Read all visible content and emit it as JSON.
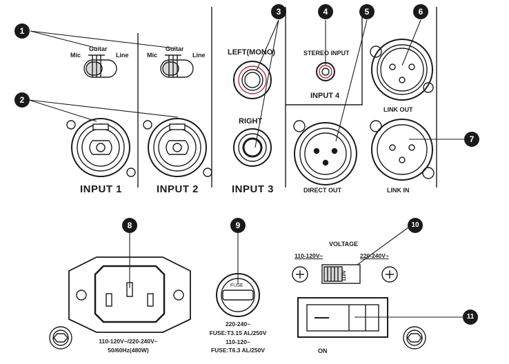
{
  "callouts": [
    "1",
    "2",
    "3",
    "4",
    "5",
    "6",
    "7",
    "8",
    "9",
    "10",
    "11"
  ],
  "switches": {
    "mic": "Mic",
    "guitar": "Guitar",
    "line": "Line"
  },
  "inputs": {
    "input1": "INPUT 1",
    "input2": "INPUT 2",
    "input3": "INPUT 3",
    "input4": "INPUT 4",
    "left_mono": "LEFT(MONO)",
    "right": "RIGHT",
    "stereo_input": "STEREO INPUT"
  },
  "outputs": {
    "link_out": "LINK OUT",
    "link_in": "LINK IN",
    "direct_out": "DIRECT OUT"
  },
  "power": {
    "inlet_line1": "110-120V~/220-240V~",
    "inlet_line2": "50/60Hz(480W)",
    "fuse_cap": "FUSE",
    "fuse_line1": "220-240~",
    "fuse_line2": "FUSE:T3.15 AL/250V",
    "fuse_line3": "110-120~",
    "fuse_line4": "FUSE:T6.3 AL/250V",
    "voltage_title": "VOLTAGE",
    "voltage_low": "110-120V~",
    "voltage_high": "220-240V~",
    "voltage_setting": "110V",
    "on_label": "ON"
  },
  "colors": {
    "ink": "#1a1a1a",
    "accent_ring": "#b0303a",
    "paper": "#ffffff"
  }
}
